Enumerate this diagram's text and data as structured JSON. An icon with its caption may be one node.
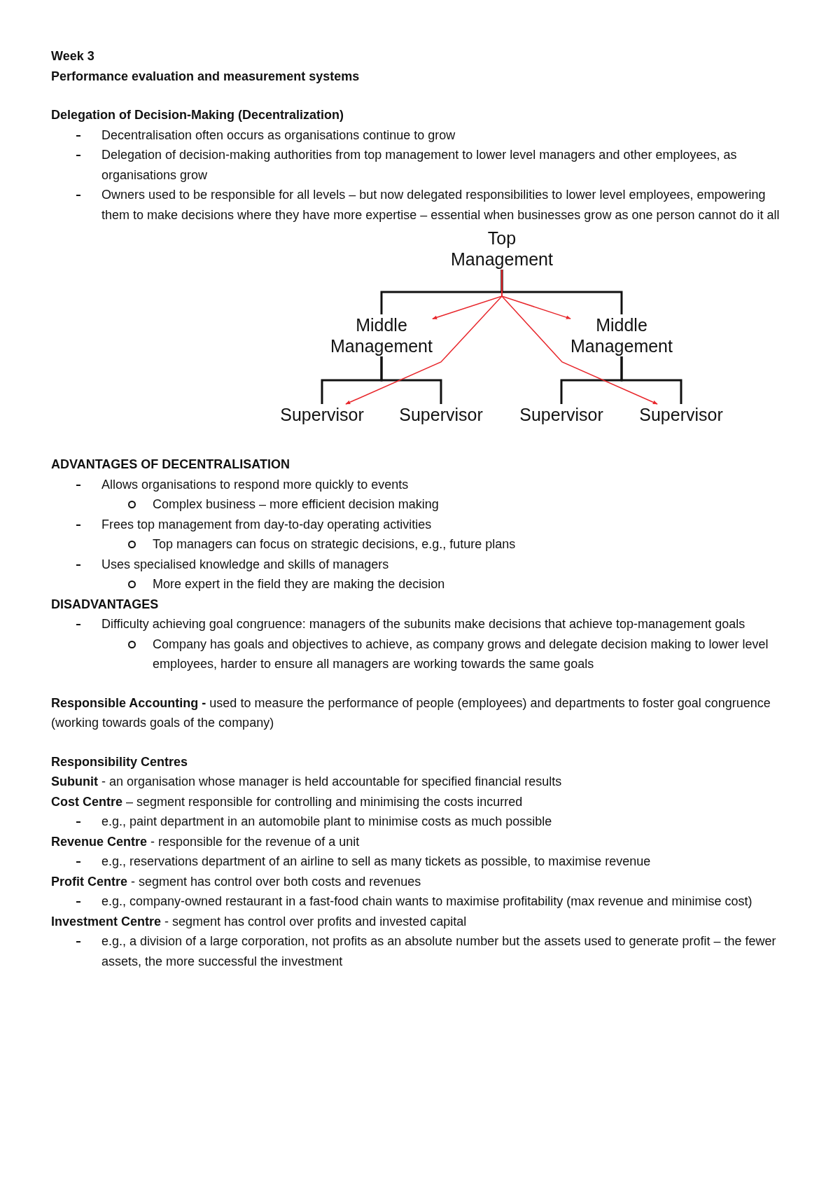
{
  "diagram": {
    "nodes": [
      {
        "text": [
          "Top Management"
        ]
      },
      {
        "text": [
          "Middle Management"
        ]
      },
      {
        "text": [
          "Middle Management"
        ]
      },
      {
        "text": [
          "Supervisor"
        ]
      },
      {
        "text": [
          "Supervisor"
        ]
      },
      {
        "text": [
          "Supervisor"
        ]
      },
      {
        "text": [
          "Supervisor"
        ]
      }
    ],
    "edges": [
      {
        "from": 0,
        "to": 1,
        "arrow": "none"
      },
      {
        "from": 0,
        "to": 2,
        "arrow": "none"
      },
      {
        "from": 1,
        "to": 3,
        "arrow": "none"
      },
      {
        "from": 1,
        "to": 4,
        "arrow": "none"
      },
      {
        "from": 2,
        "to": 5,
        "arrow": "none"
      },
      {
        "from": 2,
        "to": 6,
        "arrow": "none"
      },
      {
        "from": 0,
        "to": 1,
        "arrow": "to",
        "color": "#e8262b"
      },
      {
        "from": 0,
        "to": 2,
        "arrow": "to",
        "color": "#e8262b"
      },
      {
        "from": 0,
        "to": 3,
        "arrow": "to",
        "color": "#e8262b"
      },
      {
        "from": 0,
        "to": 6,
        "arrow": "to",
        "color": "#e8262b"
      }
    ],
    "labels": [
      "Week 3",
      "Performance evaluation and measurement systems",
      "Delegation of Decision-Making (Decentralization)",
      "Decentralisation often occurs as organisations continue to grow",
      "Delegation of decision-making authorities from top management to lower level managers and other employees, as organisations grow",
      "Owners used to be responsible for all levels – but now delegated responsibilities to lower level employees, empowering them to make decisions where they have more expertise – essential when businesses grow as one person cannot do it all",
      "ADVANTAGES OF DECENTRALISATION",
      "Allows organisations to respond more quickly to events",
      "Complex business – more efficient decision making",
      "Frees top management from day-to-day operating activities",
      "Top managers can focus on strategic decisions, e.g., future plans",
      "Uses specialised knowledge and skills of managers",
      "More expert in the field they are making the decision",
      "DISADVANTAGES",
      "Difficulty achieving goal congruence: managers of the subunits make decisions that achieve top-management goals",
      "Company has goals and objectives to achieve, as company grows and delegate decision making to lower level employees, harder to ensure all managers are working towards the same goals",
      "**Responsible Accounting -** used to measure the performance of people (employees) and departments to foster goal congruence (working towards goals of the company)",
      "Responsibility Centres",
      "**Subunit** - an organisation whose manager is held accountable for specified financial results",
      "**Cost Centre** – segment responsible for controlling and minimising the costs incurred",
      "e.g., paint department in an automobile plant to minimise costs as much possible",
      "**Revenue Centre** - responsible for the revenue of a unit",
      "e.g., reservations department of an airline to sell as many tickets as possible, to maximise revenue",
      "**Profit Centre** - segment has control over both costs and revenues",
      "e.g., company-owned restaurant in a fast-food chain wants to maximise profitability (max revenue and minimise cost)",
      "**Investment Centre** - segment has control over profits and invested capital",
      "e.g., a division of a large corporation, not profits as an absolute number but the assets used to generate profit – the fewer assets, the more successful the investment"
    ]
  }
}
